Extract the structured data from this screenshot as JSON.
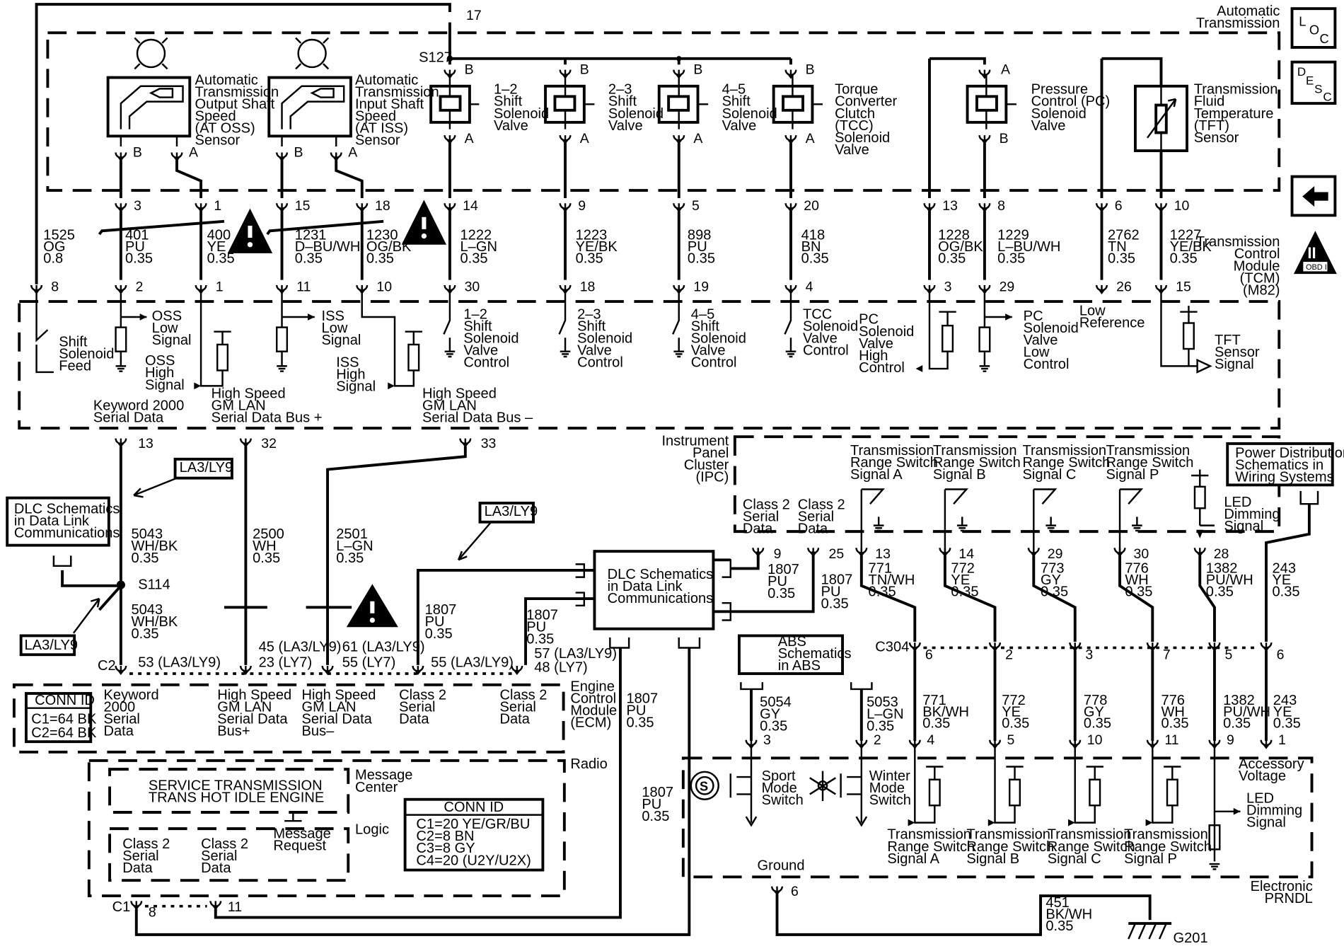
{
  "modules": {
    "automatic_transmission": [
      "Automatic",
      "Transmission"
    ],
    "tcm": [
      "Transmission",
      "Control",
      "Module",
      "(TCM)",
      "(M82)"
    ],
    "ecm": [
      "Engine",
      "Control",
      "Module",
      "(ECM)"
    ],
    "radio": "Radio",
    "ipc": [
      "Instrument",
      "Panel",
      "Cluster",
      "(IPC)"
    ],
    "prndl": [
      "Electronic",
      "PRNDL"
    ],
    "message_center": [
      "Message",
      "Center"
    ],
    "logic": "Logic"
  },
  "nav": {
    "loc": [
      "L",
      "O",
      "C"
    ],
    "desc": [
      "D",
      "E",
      "S",
      "C"
    ],
    "obd": "OBD II",
    "obd_roman": "II"
  },
  "components": {
    "oss": [
      "Automatic",
      "Transmission",
      "Output Shaft",
      "Speed",
      "(AT OSS)",
      "Sensor"
    ],
    "iss": [
      "Automatic",
      "Transmission",
      "Input Shaft",
      "Speed",
      "(AT ISS)",
      "Sensor"
    ],
    "sol12": [
      "1–2",
      "Shift",
      "Solenoid",
      "Valve"
    ],
    "sol23": [
      "2–3",
      "Shift",
      "Solenoid",
      "Valve"
    ],
    "sol45": [
      "4–5",
      "Shift",
      "Solenoid",
      "Valve"
    ],
    "tcc": [
      "Torque",
      "Converter",
      "Clutch",
      "(TCC)",
      "Solenoid",
      "Valve"
    ],
    "pc": [
      "Pressure",
      "Control (PC)",
      "Solenoid",
      "Valve"
    ],
    "tft": [
      "Transmission",
      "Fluid",
      "Temperature",
      "(TFT)",
      "Sensor"
    ]
  },
  "pins_top": {
    "s127": "S127",
    "p17": "17",
    "b": "B",
    "a": "A"
  },
  "transmission_pins": [
    "3",
    "1",
    "15",
    "18",
    "14",
    "9",
    "5",
    "20",
    "13",
    "8",
    "6",
    "10"
  ],
  "tcm_pins": [
    "8",
    "2",
    "1",
    "11",
    "10",
    "30",
    "18",
    "19",
    "4",
    "3",
    "29",
    "26",
    "15"
  ],
  "wires_top": [
    [
      "1525",
      "OG",
      "0.8"
    ],
    [
      "401",
      "PU",
      "0.35"
    ],
    [
      "400",
      "YE",
      "0.35"
    ],
    [
      "1231",
      "D–BU/WH",
      "0.35"
    ],
    [
      "1230",
      "OG/BK",
      "0.35"
    ],
    [
      "1222",
      "L–GN",
      "0.35"
    ],
    [
      "1223",
      "YE/BK",
      "0.35"
    ],
    [
      "898",
      "PU",
      "0.35"
    ],
    [
      "418",
      "BN",
      "0.35"
    ],
    [
      "1228",
      "OG/BK",
      "0.35"
    ],
    [
      "1229",
      "L–BU/WH",
      "0.35"
    ],
    [
      "2762",
      "TN",
      "0.35"
    ],
    [
      "1227",
      "YE/BK",
      "0.35"
    ]
  ],
  "tcm_internal": {
    "shift_feed": [
      "Shift",
      "Solenoid",
      "Feed"
    ],
    "oss_low": [
      "OSS",
      "Low",
      "Signal"
    ],
    "oss_high": [
      "OSS",
      "High",
      "Signal"
    ],
    "iss_low": [
      "ISS",
      "Low",
      "Signal"
    ],
    "iss_high": [
      "ISS",
      "High",
      "Signal"
    ],
    "ctl12": [
      "1–2",
      "Shift",
      "Solenoid",
      "Valve",
      "Control"
    ],
    "ctl23": [
      "2–3",
      "Shift",
      "Solenoid",
      "Valve",
      "Control"
    ],
    "ctl45": [
      "4–5",
      "Shift",
      "Solenoid",
      "Valve",
      "Control"
    ],
    "ctltcc": [
      "TCC",
      "Solenoid",
      "Valve",
      "Control"
    ],
    "pc_high": [
      "PC",
      "Solenoid",
      "Valve",
      "High",
      "Control"
    ],
    "pc_low": [
      "PC",
      "Solenoid",
      "Valve",
      "Low",
      "Control"
    ],
    "low_ref": [
      "Low",
      "Reference"
    ],
    "tft_sig": [
      "TFT",
      "Sensor",
      "Signal"
    ],
    "kw2000": [
      "Keyword 2000",
      "Serial Data"
    ],
    "hs_plus": [
      "High Speed",
      "GM LAN",
      "Serial Data Bus +"
    ],
    "hs_minus": [
      "High Speed",
      "GM LAN",
      "Serial Data Bus –"
    ]
  },
  "tcm_bottom_pins": [
    "13",
    "32",
    "33"
  ],
  "mid": {
    "la3": "LA3/LY9",
    "dlc_left": [
      "DLC Schematics",
      "in Data Link",
      "Communications"
    ],
    "dlc_center": [
      "DLC Schematics",
      "in Data Link",
      "Communications"
    ],
    "s114": "S114",
    "w5043a": [
      "5043",
      "WH/BK",
      "0.35"
    ],
    "w5043b": [
      "5043",
      "WH/BK",
      "0.35"
    ],
    "w2500": [
      "2500",
      "WH",
      "0.35"
    ],
    "w2501": [
      "2501",
      "L–GN",
      "0.35"
    ],
    "w1807a": [
      "1807",
      "PU",
      "0.35"
    ],
    "w1807b": [
      "1807",
      "PU",
      "0.35"
    ],
    "w1807c": [
      "1807",
      "PU",
      "0.35"
    ],
    "w1807d": [
      "1807",
      "PU",
      "0.35"
    ],
    "w1807e": [
      "1807",
      "PU",
      "0.35"
    ],
    "w1807f": [
      "1807",
      "PU",
      "0.35"
    ]
  },
  "ecm_pins": {
    "c2": "C2",
    "p53": "53 (LA3/LY9)",
    "p45": "45 (LA3/LY9)",
    "p23": "23 (LY7)",
    "p61": "61 (LA3/LY9)",
    "p55a": "55 (LY7)",
    "p55b": "55 (LA3/LY9)",
    "p57": "57 (LA3/LY9)",
    "p48": "48 (LY7)"
  },
  "ecm_labels": {
    "kw": [
      "Keyword",
      "2000",
      "Serial",
      "Data"
    ],
    "hsp": [
      "High Speed",
      "GM LAN",
      "Serial Data",
      "Bus+"
    ],
    "hsm": [
      "High Speed",
      "GM LAN",
      "Serial Data",
      "Bus–"
    ],
    "c2a": [
      "Class 2",
      "Serial",
      "Data"
    ],
    "c2b": [
      "Class 2",
      "Serial",
      "Data"
    ]
  },
  "conn_ecm": {
    "title": "CONN ID",
    "rows": [
      "C1=64 BK",
      "C2=64 BK"
    ]
  },
  "radio": {
    "display": [
      "SERVICE TRANSMISSION",
      "TRANS HOT IDLE ENGINE"
    ],
    "msg_request": [
      "Message",
      "Request"
    ],
    "c2a": [
      "Class 2",
      "Serial",
      "Data"
    ],
    "c2b": [
      "Class 2",
      "Serial",
      "Data"
    ],
    "c1": "C1",
    "p8": "8",
    "p11": "11",
    "conn_title": "CONN ID",
    "conn_rows": [
      "C1=20 YE/GR/BU",
      "C2=8 BN",
      "C3=8 GY",
      "C4=20 (U2Y/U2X)"
    ]
  },
  "ipc": {
    "c2a": [
      "Class 2",
      "Serial",
      "Data"
    ],
    "c2b": [
      "Class 2",
      "Serial",
      "Data"
    ],
    "p9": "9",
    "p25": "25",
    "trs_a": [
      "Transmission",
      "Range Switch",
      "Signal A"
    ],
    "trs_b": [
      "Transmission",
      "Range Switch",
      "Signal B"
    ],
    "trs_c": [
      "Transmission",
      "Range Switch",
      "Signal C"
    ],
    "trs_p": [
      "Transmission",
      "Range Switch",
      "Signal P"
    ],
    "led": [
      "LED",
      "Dimming",
      "Signal"
    ],
    "power_dist": [
      "Power Distribution",
      "Schematics in",
      "Wiring Systems"
    ],
    "pins": [
      "13",
      "14",
      "29",
      "30",
      "28"
    ]
  },
  "ipc_wires": [
    [
      "771",
      "TN/WH",
      "0.35"
    ],
    [
      "772",
      "YE",
      "0.35"
    ],
    [
      "773",
      "GY",
      "0.35"
    ],
    [
      "776",
      "WH",
      "0.35"
    ],
    [
      "1382",
      "PU/WH",
      "0.35"
    ],
    [
      "243",
      "YE",
      "0.35"
    ]
  ],
  "c304": {
    "label": "C304",
    "pins": [
      "6",
      "2",
      "3",
      "7",
      "5",
      "6"
    ]
  },
  "lower_wires": [
    [
      "771",
      "BK/WH",
      "0.35"
    ],
    [
      "772",
      "YE",
      "0.35"
    ],
    [
      "778",
      "GY",
      "0.35"
    ],
    [
      "776",
      "WH",
      "0.35"
    ],
    [
      "1382",
      "PU/WH",
      "0.35"
    ],
    [
      "243",
      "YE",
      "0.35"
    ]
  ],
  "abs": {
    "box": [
      "ABS",
      "Schematics",
      "in ABS"
    ],
    "w5054": [
      "5054",
      "GY",
      "0.35"
    ],
    "w5053": [
      "5053",
      "L–GN",
      "0.35"
    ]
  },
  "prndl": {
    "pins": [
      "3",
      "2",
      "4",
      "5",
      "10",
      "11",
      "9",
      "1"
    ],
    "sport": [
      "Sport",
      "Mode",
      "Switch"
    ],
    "winter": [
      "Winter",
      "Mode",
      "Switch"
    ],
    "acc": [
      "Accessory",
      "Voltage"
    ],
    "led": [
      "LED",
      "Dimming",
      "Signal"
    ],
    "trs_a": [
      "Transmission",
      "Range Switch",
      "Signal A"
    ],
    "trs_b": [
      "Transmission",
      "Range Switch",
      "Signal B"
    ],
    "trs_c": [
      "Transmission",
      "Range Switch",
      "Signal C"
    ],
    "trs_p": [
      "Transmission",
      "Range Switch",
      "Signal P"
    ],
    "ground": "Ground",
    "gpin": "6"
  },
  "ground": {
    "wire": [
      "451",
      "BK/WH",
      "0.35"
    ],
    "g201": "G201"
  }
}
